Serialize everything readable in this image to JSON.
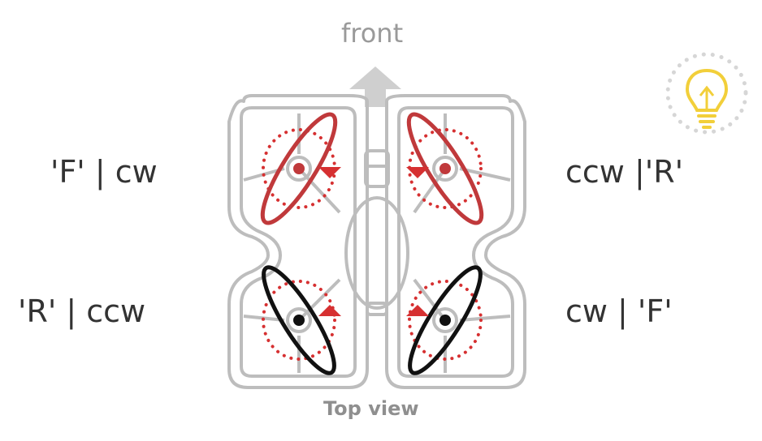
{
  "diagram": {
    "front_label": "front",
    "caption": "Top view",
    "motors": [
      {
        "position": "front-left",
        "label": "'F' | cw",
        "color": "#c0393b"
      },
      {
        "position": "front-right",
        "label": "ccw |'R'",
        "color": "#c0393b"
      },
      {
        "position": "rear-left",
        "label": "'R' | ccw",
        "color": "#111111"
      },
      {
        "position": "rear-right",
        "label": "cw | 'F'",
        "color": "#111111"
      }
    ],
    "colors": {
      "frame": "#bdbdbd",
      "arrow": "#cfcfcf",
      "rotation": "#d63031",
      "bulb": "#f2cf3a"
    },
    "icons": [
      "arrow-up-icon",
      "lightbulb-icon"
    ]
  }
}
